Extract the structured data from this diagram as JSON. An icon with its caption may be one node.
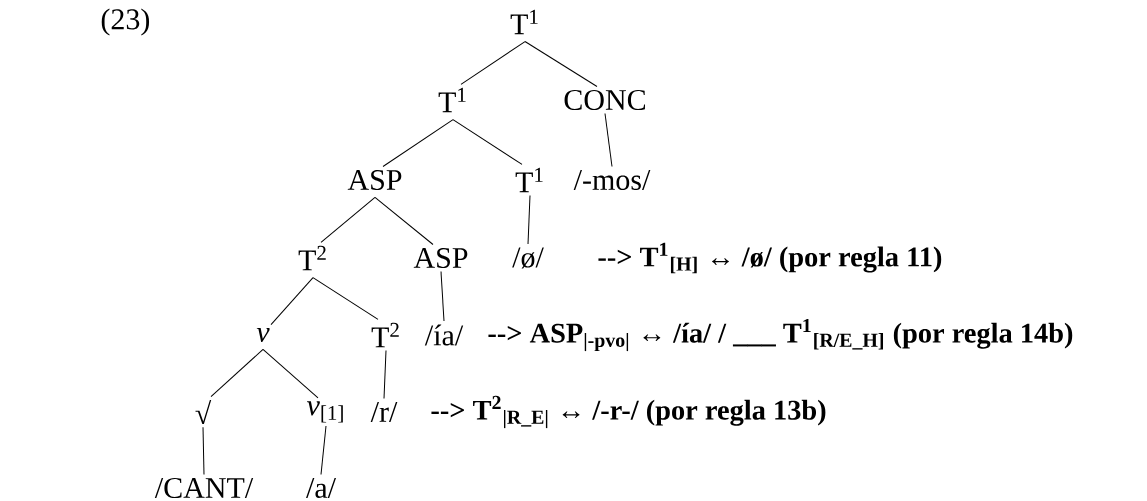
{
  "diagram": {
    "nodes": [
      {
        "text": [
          "T$^{1}$"
        ]
      },
      {
        "text": [
          "T$^{1}$"
        ]
      },
      {
        "text": [
          "CONC"
        ]
      },
      {
        "text": [
          "ASP"
        ]
      },
      {
        "text": [
          "T$^{1}$"
        ]
      },
      {
        "text": [
          "/-mos/"
        ]
      },
      {
        "text": [
          "T$^{2}$"
        ]
      },
      {
        "text": [
          "ASP"
        ]
      },
      {
        "text": [
          "/ø/"
        ]
      },
      {
        "text": [
          "v"
        ]
      },
      {
        "text": [
          "T$^{2}$"
        ]
      },
      {
        "text": [
          "/ía/"
        ]
      },
      {
        "text": [
          "√"
        ]
      },
      {
        "text": [
          "*v*$_{[1]}$"
        ]
      },
      {
        "text": [
          "/r/"
        ]
      },
      {
        "text": [
          "/CANT/"
        ]
      },
      {
        "text": [
          "/a/"
        ]
      }
    ],
    "edges": [
      {
        "from": 0,
        "to": 1,
        "arrow": "none"
      },
      {
        "from": 0,
        "to": 2,
        "arrow": "none"
      },
      {
        "from": 1,
        "to": 3,
        "arrow": "none"
      },
      {
        "from": 1,
        "to": 4,
        "arrow": "none"
      },
      {
        "from": 2,
        "to": 5,
        "arrow": "none"
      },
      {
        "from": 3,
        "to": 6,
        "arrow": "none"
      },
      {
        "from": 3,
        "to": 7,
        "arrow": "none"
      },
      {
        "from": 4,
        "to": 8,
        "arrow": "none"
      },
      {
        "from": 6,
        "to": 9,
        "arrow": "none"
      },
      {
        "from": 6,
        "to": 10,
        "arrow": "none"
      },
      {
        "from": 7,
        "to": 11,
        "arrow": "none"
      },
      {
        "from": 9,
        "to": 12,
        "arrow": "none"
      },
      {
        "from": 9,
        "to": 13,
        "arrow": "none"
      },
      {
        "from": 10,
        "to": 14,
        "arrow": "none"
      },
      {
        "from": 12,
        "to": 15,
        "arrow": "none"
      },
      {
        "from": 13,
        "to": 16,
        "arrow": "none"
      }
    ],
    "labels": [
      "(23)",
      "--> T$^{1}$$_{[H]}$ ↔ /ø/ (por regla 11)",
      "--> ASP$_{|-pvo|}$ ↔ /ía/ / ___ T$^{1}$$_{[R/E_H]}$ (por regla 14b)",
      "--> T$^{2}$$_{|R_E|}$ ↔ /-r-/ (por regla 13b)"
    ]
  }
}
